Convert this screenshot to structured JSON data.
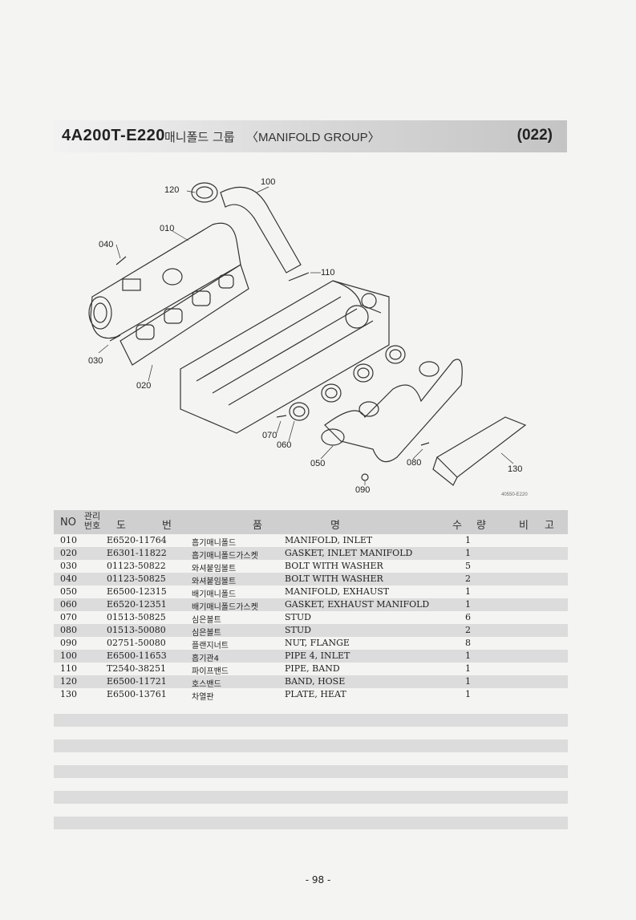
{
  "header": {
    "code": "4A200T-E220",
    "title_kr": "매니폴드 그룹",
    "title_en": "〈MANIFOLD GROUP〉",
    "group_number": "(022)"
  },
  "diagram": {
    "callouts": [
      "120",
      "100",
      "010",
      "040",
      "110",
      "030",
      "020",
      "070",
      "060",
      "050",
      "080",
      "090",
      "130"
    ],
    "reference": "40550-E220"
  },
  "table": {
    "headers": {
      "no": "NO",
      "mgmt": "관리\n번호",
      "part_a": "도",
      "part_b": "번",
      "name_a": "품",
      "name_b": "명",
      "qty_a": "수",
      "qty_b": "량",
      "remarks_a": "비",
      "remarks_b": "고"
    },
    "rows": [
      {
        "no": "010",
        "part": "E6520-11764",
        "name_kr": "흡기매니폴드",
        "name_en": "MANIFOLD, INLET",
        "qty": "1"
      },
      {
        "no": "020",
        "part": "E6301-11822",
        "name_kr": "흡기매니폴드가스켓",
        "name_en": "GASKET, INLET MANIFOLD",
        "qty": "1"
      },
      {
        "no": "030",
        "part": "01123-50822",
        "name_kr": "와셔붙임볼트",
        "name_en": "BOLT WITH WASHER",
        "qty": "5"
      },
      {
        "no": "040",
        "part": "01123-50825",
        "name_kr": "와셔붙임볼트",
        "name_en": "BOLT WITH WASHER",
        "qty": "2"
      },
      {
        "no": "050",
        "part": "E6500-12315",
        "name_kr": "배기매니폴드",
        "name_en": "MANIFOLD, EXHAUST",
        "qty": "1"
      },
      {
        "no": "060",
        "part": "E6520-12351",
        "name_kr": "배기매니폴드가스켓",
        "name_en": "GASKET, EXHAUST MANIFOLD",
        "qty": "1"
      },
      {
        "no": "070",
        "part": "01513-50825",
        "name_kr": "심은볼트",
        "name_en": "STUD",
        "qty": "6"
      },
      {
        "no": "080",
        "part": "01513-50080",
        "name_kr": "심은볼트",
        "name_en": "STUD",
        "qty": "2"
      },
      {
        "no": "090",
        "part": "02751-50080",
        "name_kr": "플랜지너트",
        "name_en": "NUT, FLANGE",
        "qty": "8"
      },
      {
        "no": "100",
        "part": "E6500-11653",
        "name_kr": "흡기관4",
        "name_en": "PIPE 4, INLET",
        "qty": "1"
      },
      {
        "no": "110",
        "part": "T2540-38251",
        "name_kr": "파이프밴드",
        "name_en": "PIPE, BAND",
        "qty": "1"
      },
      {
        "no": "120",
        "part": "E6500-11721",
        "name_kr": "호스밴드",
        "name_en": "BAND, HOSE",
        "qty": "1"
      },
      {
        "no": "130",
        "part": "E6500-13761",
        "name_kr": "차열판",
        "name_en": "PLATE, HEAT",
        "qty": "1"
      }
    ]
  },
  "footer": {
    "page": "- 98 -"
  }
}
